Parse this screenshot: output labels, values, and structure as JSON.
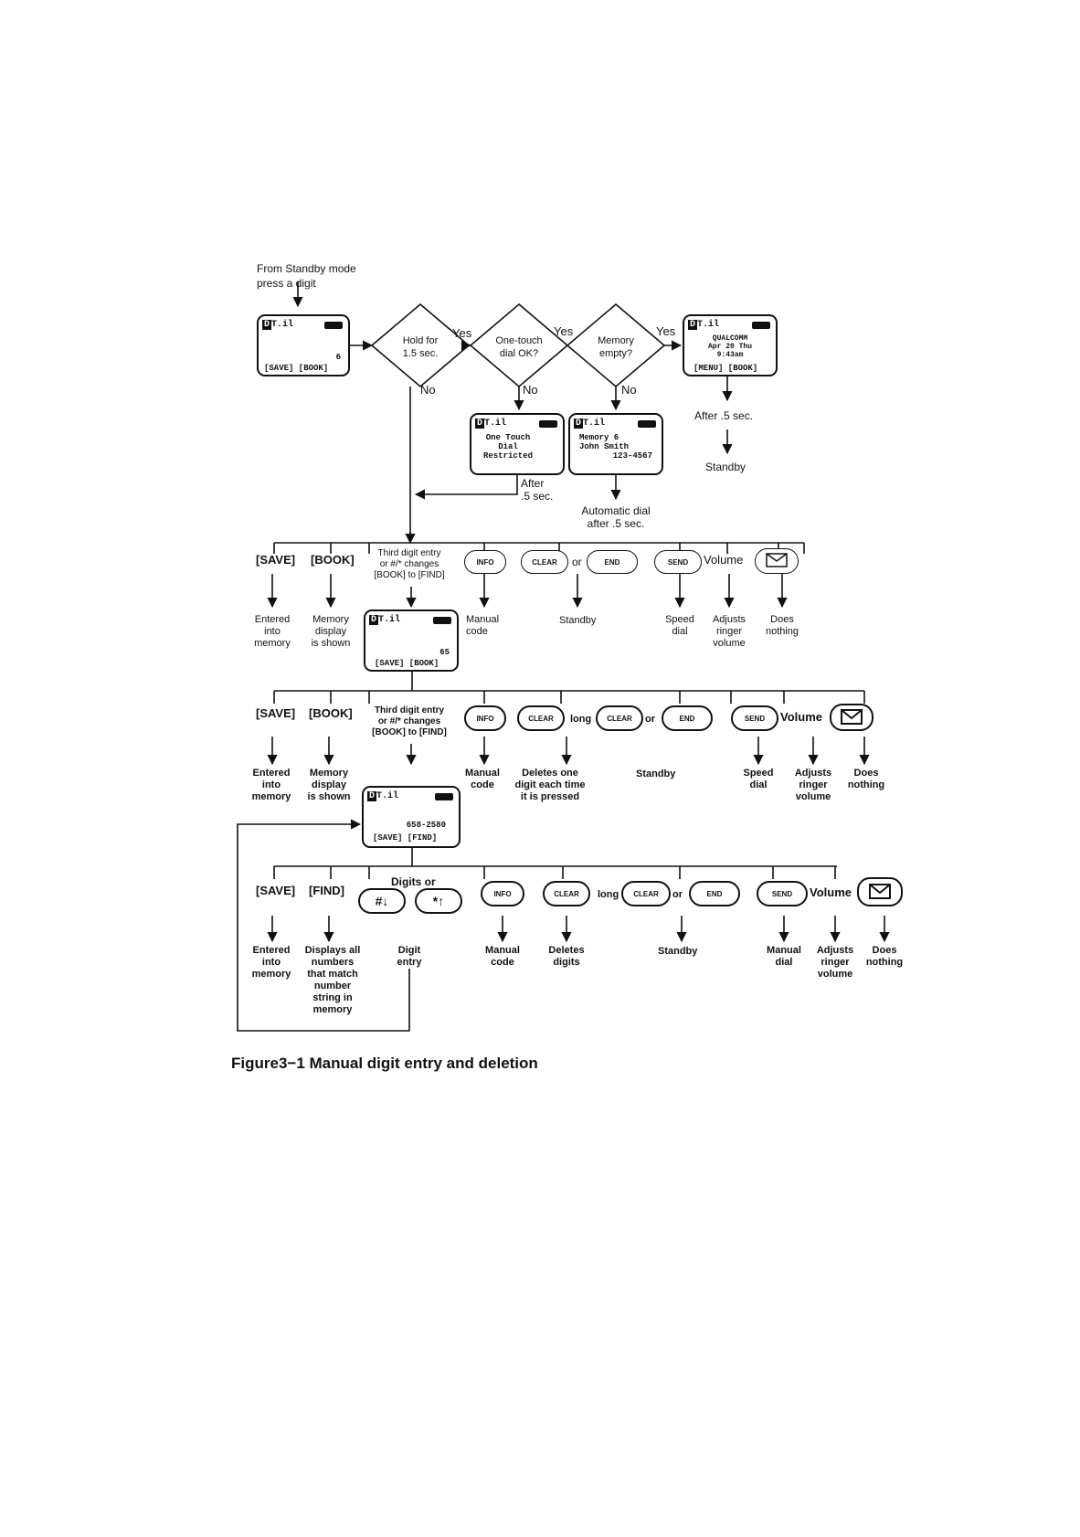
{
  "start_note": [
    "From Standby mode",
    "press a digit"
  ],
  "labels": {
    "yes": "Yes",
    "no": "No"
  },
  "diamonds": {
    "hold": [
      "Hold for",
      "1.5 sec."
    ],
    "onetouch": [
      "One-touch",
      "dial OK?"
    ],
    "memory": [
      "Memory",
      "empty?"
    ]
  },
  "screens": {
    "s1": {
      "number": "6",
      "softkeys": "[SAVE] [BOOK]"
    },
    "qualcomm": {
      "lines": [
        "QUALCOMM",
        "Apr 20 Thu",
        "9:43am"
      ],
      "softkeys": "[MENU] [BOOK]"
    },
    "onetouch_restricted": {
      "lines": [
        "One Touch",
        "Dial",
        "Restricted"
      ]
    },
    "memory6": {
      "lines": [
        "Memory 6",
        "John Smith",
        "123-4567"
      ]
    },
    "s2": {
      "number": "65",
      "softkeys": "[SAVE] [BOOK]"
    },
    "s3": {
      "number": "658-2580",
      "softkeys": "[SAVE] [FIND]"
    }
  },
  "notes": {
    "after_right": "After .5 sec.",
    "standby_right": "Standby",
    "after_left": [
      "After",
      ".5 sec."
    ],
    "auto_dial": [
      "Automatic dial",
      "after .5 sec."
    ]
  },
  "signal_glyph": "D",
  "row1": {
    "save": "[SAVE]",
    "book": "[BOOK]",
    "third": [
      "Third digit entry",
      "or #/* changes",
      "[BOOK] to [FIND]"
    ],
    "info": "INFO",
    "clear": "CLEAR",
    "or": "or",
    "end": "END",
    "send": "SEND",
    "volume": "Volume",
    "desc_save": [
      "Entered",
      "into",
      "memory"
    ],
    "desc_book": [
      "Memory",
      "display",
      "is shown"
    ],
    "desc_info": [
      "Manual",
      "code"
    ],
    "desc_standby": "Standby",
    "desc_send": [
      "Speed",
      "dial"
    ],
    "desc_volume": [
      "Adjusts",
      "ringer",
      "volume"
    ],
    "desc_env": [
      "Does",
      "nothing"
    ]
  },
  "row2": {
    "save": "[SAVE]",
    "book": "[BOOK]",
    "third": [
      "Third digit entry",
      "or #/* changes",
      "[BOOK] to [FIND]"
    ],
    "info": "INFO",
    "clear": "CLEAR",
    "long": "long",
    "clear2": "CLEAR",
    "or": "or",
    "end": "END",
    "send": "SEND",
    "volume": "Volume",
    "desc_save": [
      "Entered",
      "into",
      "memory"
    ],
    "desc_book": [
      "Memory",
      "display",
      "is shown"
    ],
    "desc_info": [
      "Manual",
      "code"
    ],
    "desc_clear": [
      "Deletes one",
      "digit each time",
      "it is pressed"
    ],
    "desc_standby": "Standby",
    "desc_send": [
      "Speed",
      "dial"
    ],
    "desc_volume": [
      "Adjusts",
      "ringer",
      "volume"
    ],
    "desc_env": [
      "Does",
      "nothing"
    ]
  },
  "row3": {
    "save": "[SAVE]",
    "find": "[FIND]",
    "digits_or": "Digits or",
    "hash": "#↓",
    "star": "*↑",
    "info": "INFO",
    "clear": "CLEAR",
    "long": "long",
    "clear2": "CLEAR",
    "or": "or",
    "end": "END",
    "send": "SEND",
    "volume": "Volume",
    "desc_save": [
      "Entered",
      "into",
      "memory"
    ],
    "desc_find": [
      "Displays all",
      "numbers",
      "that match",
      "number",
      "string in",
      "memory"
    ],
    "desc_digit": [
      "Digit",
      "entry"
    ],
    "desc_info": [
      "Manual",
      "code"
    ],
    "desc_clear": [
      "Deletes",
      "digits"
    ],
    "desc_standby": "Standby",
    "desc_send": [
      "Manual",
      "dial"
    ],
    "desc_volume": [
      "Adjusts",
      "ringer",
      "volume"
    ],
    "desc_env": [
      "Does",
      "nothing"
    ]
  },
  "caption": "Figure3−1 Manual digit entry and deletion",
  "icons": [
    "envelope-icon",
    "signal-icon",
    "battery-icon",
    "arrow-down-icon"
  ]
}
